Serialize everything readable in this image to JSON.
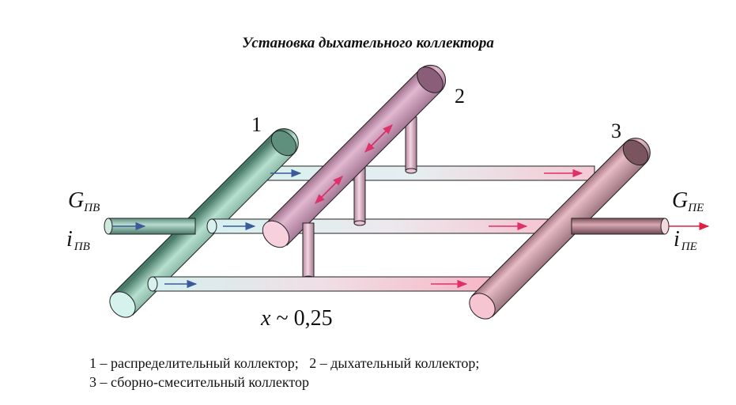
{
  "title": "Установка дыхательного коллектора",
  "labels": {
    "collector_1": "1",
    "collector_2": "2",
    "collector_3": "3",
    "inlet_flow_symbol": "G",
    "inlet_flow_sub": "ПВ",
    "inlet_enthalpy_symbol": "i",
    "inlet_enthalpy_sub": "ПВ",
    "outlet_flow_symbol": "G",
    "outlet_flow_sub": "ПЕ",
    "outlet_enthalpy_symbol": "i",
    "outlet_enthalpy_sub": "ПЕ",
    "x_symbol": "x",
    "x_value": " ~ 0,25"
  },
  "legend": {
    "line1": "1 – распределительный коллектор;   2 – дыхательный коллектор;",
    "line2": "3 – сборно-смесительный коллектор"
  },
  "colors": {
    "distribution_collector": "#7fb9a4",
    "breathing_collector": "#b68aa4",
    "mixing_collector": "#b58f98",
    "inlet_arrow": "#3a5a9a",
    "outlet_arrow": "#e0306a"
  }
}
